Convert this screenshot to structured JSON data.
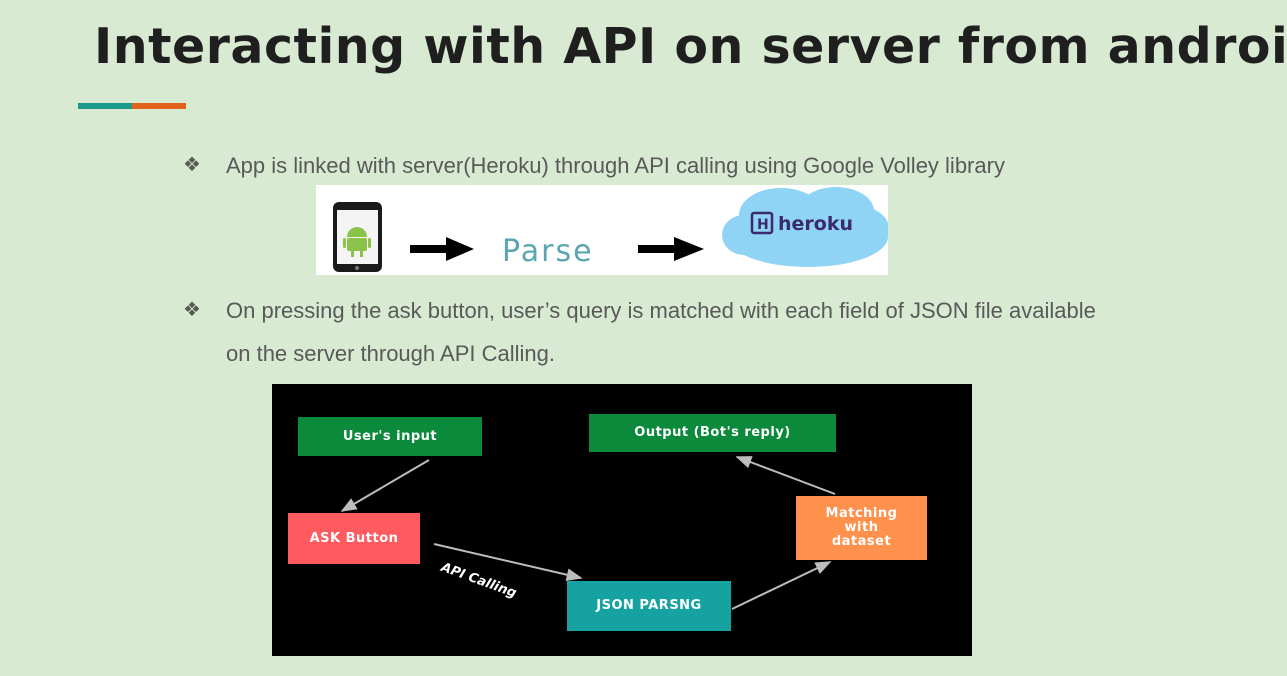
{
  "slide": {
    "title": "Interacting with API on server from android",
    "bullets": [
      {
        "mark": "❖",
        "text": "App is linked with server(Heroku) through API calling  using Google Volley library"
      },
      {
        "mark": "❖",
        "line1": "On pressing the ask button, user’s query is matched with   each field of JSON file available",
        "line2": "on the server through API Calling."
      }
    ],
    "accent_colors": {
      "teal": "#1b9a8c",
      "orange": "#e3621b"
    }
  },
  "strip": {
    "parse_text": "Parse",
    "heroku_text": "heroku",
    "heroku_logo_letter": "H",
    "icons": [
      "android-phone-icon",
      "arrow-right-icon",
      "heroku-cloud-icon"
    ]
  },
  "diagram": {
    "nodes": {
      "user_input": {
        "label": "User's input",
        "color": "#0a8a3a"
      },
      "ask_button": {
        "label": "ASK Button",
        "color": "#ff5a5f"
      },
      "json_parsing": {
        "label": "JSON PARSNG",
        "color": "#17a2a2"
      },
      "matching_line1": "Matching",
      "matching_line2": "with",
      "matching_line3": "dataset",
      "matching_color": "#ff914d",
      "output": {
        "label": "Output (Bot's reply)",
        "color": "#0a8a3a"
      }
    },
    "edge_label": "API Calling"
  }
}
